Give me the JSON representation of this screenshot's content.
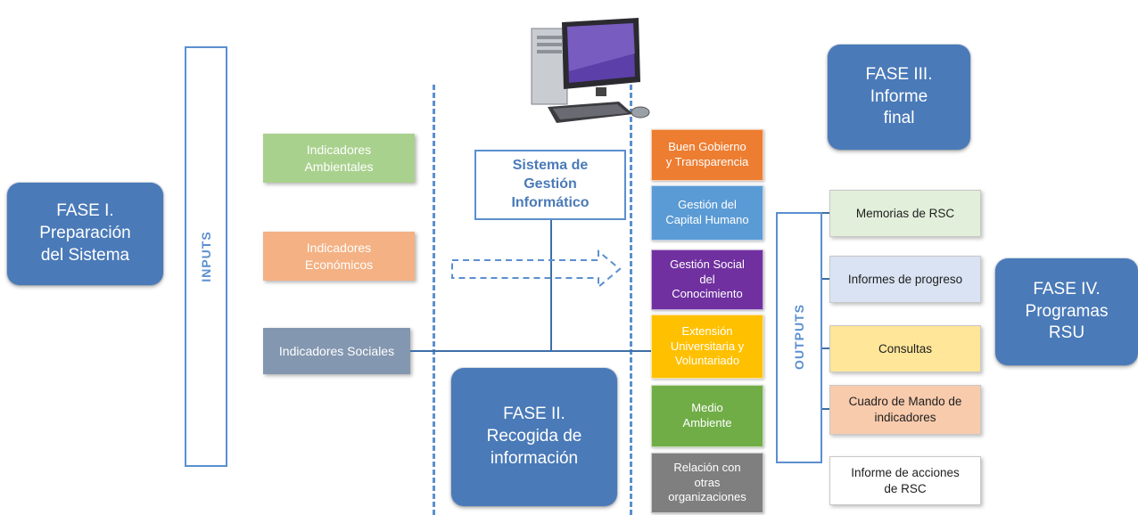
{
  "phases": {
    "fase1": "FASE I.\nPreparación\ndel Sistema",
    "fase2": "FASE II.\nRecogida de\ninformación",
    "fase3": "FASE III.\nInforme\nfinal",
    "fase4": "FASE IV.\nProgramas\nRSU"
  },
  "inputs_label": "INPUTS",
  "outputs_label": "OUTPUTS",
  "indicators": [
    {
      "label": "Indicadores\nAmbientales",
      "color": "#a9d18e"
    },
    {
      "label": "Indicadores\nEconómicos",
      "color": "#f4b183"
    },
    {
      "label": "Indicadores Sociales",
      "color": "#8497b0"
    }
  ],
  "system_box": "Sistema de\nGestión\nInformático",
  "areas": [
    {
      "label": "Buen Gobierno\ny Transparencia",
      "color": "#ed7d31"
    },
    {
      "label": "Gestión del\nCapital Humano",
      "color": "#5b9bd5"
    },
    {
      "label": "Gestión Social\ndel\nConocimiento",
      "color": "#7030a0"
    },
    {
      "label": "Extensión\nUniversitaria y\nVoluntariado",
      "color": "#ffc000"
    },
    {
      "label": "Medio\nAmbiente",
      "color": "#70ad47"
    },
    {
      "label": "Relación con\notras\norganizaciones",
      "color": "#7f7f7f"
    }
  ],
  "outputs": [
    {
      "label": "Memorias de RSC",
      "color": "#e2efda"
    },
    {
      "label": "Informes de progreso",
      "color": "#dae3f3"
    },
    {
      "label": "Consultas",
      "color": "#ffe699"
    },
    {
      "label": "Cuadro de Mando de\nindicadores",
      "color": "#f8cbad"
    },
    {
      "label": "Informe de acciones\nde RSC",
      "color": "#ffffff"
    }
  ],
  "icons": {
    "computer": "desktop-computer-icon",
    "arrow": "dashed-arrow-right"
  }
}
